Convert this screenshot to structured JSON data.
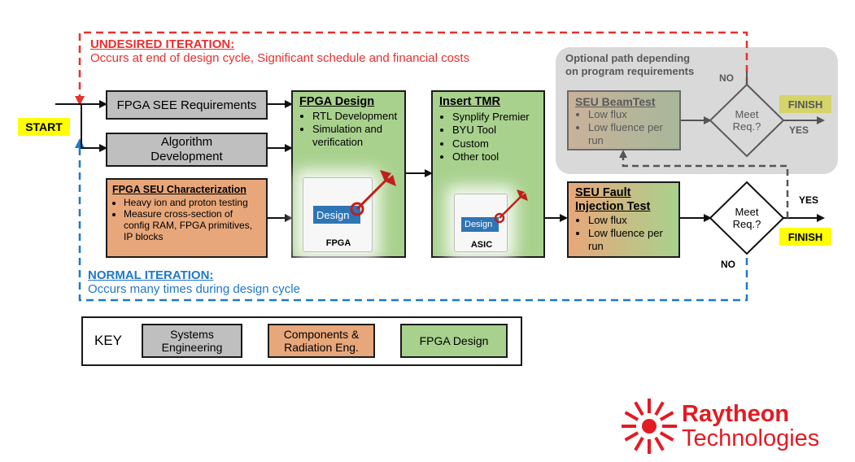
{
  "start_label": "START",
  "undesired": {
    "title": "UNDESIRED ITERATION:",
    "desc": "Occurs at end of design cycle, Significant schedule and financial costs"
  },
  "normal": {
    "title": "NORMAL ITERATION:",
    "desc": "Occurs many times during design cycle"
  },
  "optional_path": {
    "line1": "Optional path depending",
    "line2": "on program requirements"
  },
  "boxes": {
    "see_req": "FPGA SEE Requirements",
    "algo_line1": "Algorithm",
    "algo_line2": "Development",
    "seu_char": {
      "title": "FPGA SEU Characterization",
      "items": [
        "Heavy ion and proton testing",
        "Measure cross-section of config RAM, FPGA primitives, IP blocks"
      ]
    },
    "fpga_design": {
      "title": "FPGA Design",
      "items": [
        "RTL Development",
        "Simulation and verification"
      ],
      "chip_text": "Design",
      "chip_label": "FPGA"
    },
    "insert_tmr": {
      "title": "Insert TMR",
      "items": [
        "Synplify Premier",
        "BYU Tool",
        "Custom",
        "Other tool"
      ],
      "chip_text": "Design",
      "chip_label": "ASIC"
    },
    "beam_test": {
      "title": "SEU BeamTest",
      "items": [
        "Low flux",
        "Low fluence per run"
      ]
    },
    "fault_injection": {
      "title": "SEU Fault Injection Test",
      "items": [
        "Low flux",
        "Low fluence per run"
      ]
    }
  },
  "decisions": {
    "top": {
      "label": "Meet Req.?",
      "yes": "YES",
      "no": "NO",
      "finish": "FINISH"
    },
    "bottom": {
      "label": "Meet Req.?",
      "yes": "YES",
      "no": "NO",
      "finish": "FINISH"
    }
  },
  "key": {
    "label": "KEY",
    "systems": "Systems Engineering",
    "components": "Components & Radiation Eng.",
    "fpga": "FPGA Design"
  },
  "logo": {
    "line1": "Raytheon",
    "line2": "Technologies"
  },
  "colors": {
    "gray": "#bfbfbf",
    "orange": "#e8a77a",
    "green": "#a9d18e",
    "yellow": "#ffff00",
    "red": "#e8302e",
    "blue": "#1f78c8",
    "logo_red": "#e31b23"
  }
}
